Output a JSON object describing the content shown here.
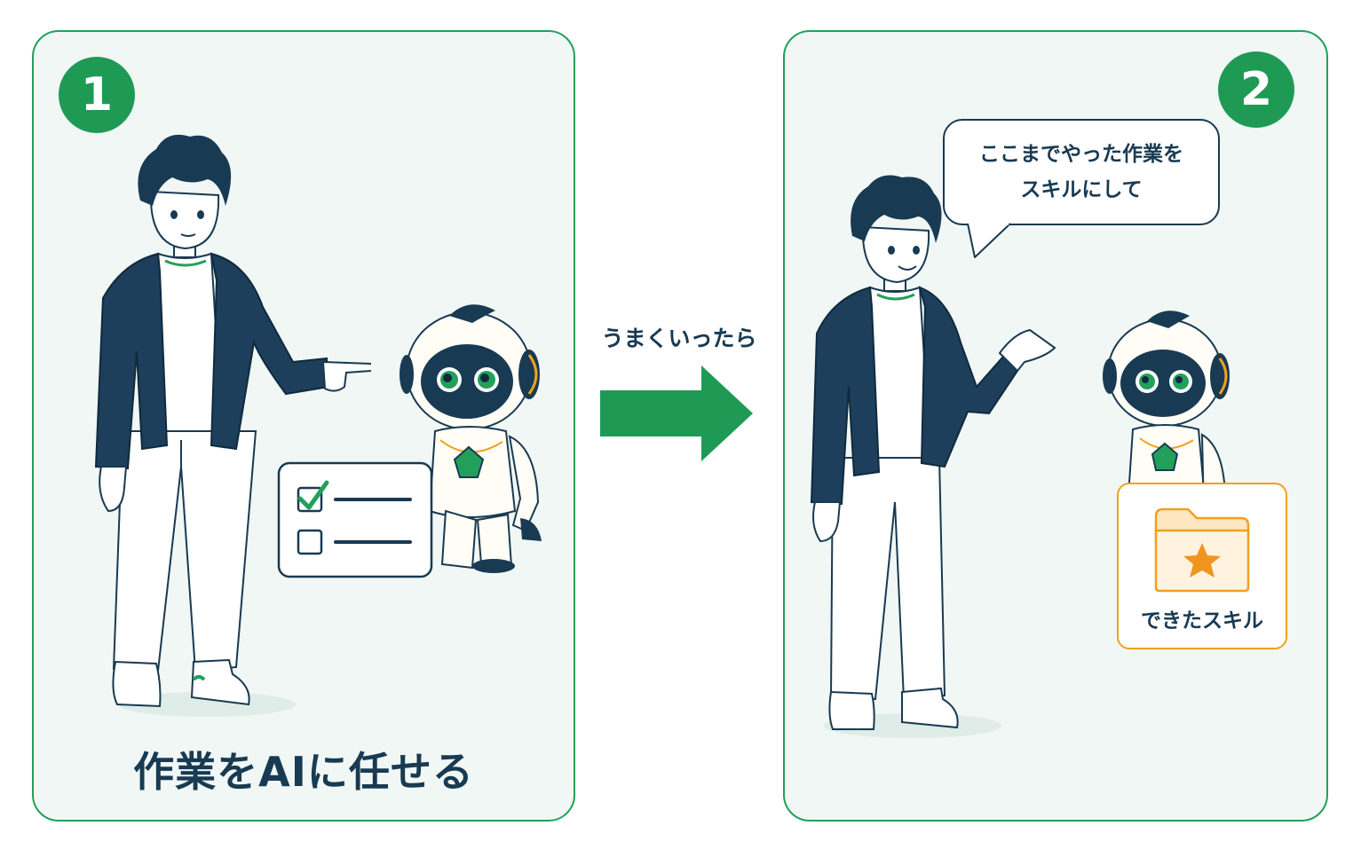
{
  "steps": {
    "first": {
      "number": "1",
      "caption": "作業をAIに任せる"
    },
    "second": {
      "number": "2",
      "speech": {
        "line1": "ここまでやった作業を",
        "line2": "スキルにして"
      },
      "skill_card_label": "できたスキル"
    }
  },
  "flow": {
    "label": "うまくいったら"
  },
  "colors": {
    "accent_green": "#1e9a55",
    "navy": "#183a52",
    "panel_bg": "#f1f7f5",
    "folder_orange": "#f0a11e"
  },
  "icons": [
    "checklist-icon",
    "check-mark-icon",
    "folder-icon",
    "star-icon",
    "right-arrow-icon",
    "speech-bubble-icon"
  ]
}
